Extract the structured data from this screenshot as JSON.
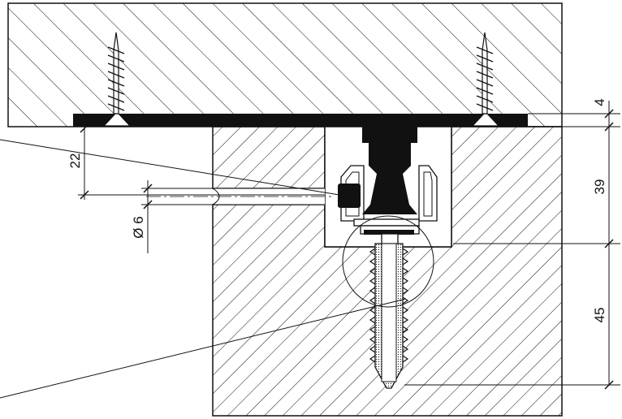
{
  "dimensions": {
    "plate_thickness": "4",
    "fitting_height": "39",
    "screw_depth": "45",
    "hole_offset": "22",
    "hole_diameter": "Ø 6"
  },
  "colors": {
    "line": "#111111",
    "solid_part": "#111111",
    "background": "#ffffff"
  }
}
